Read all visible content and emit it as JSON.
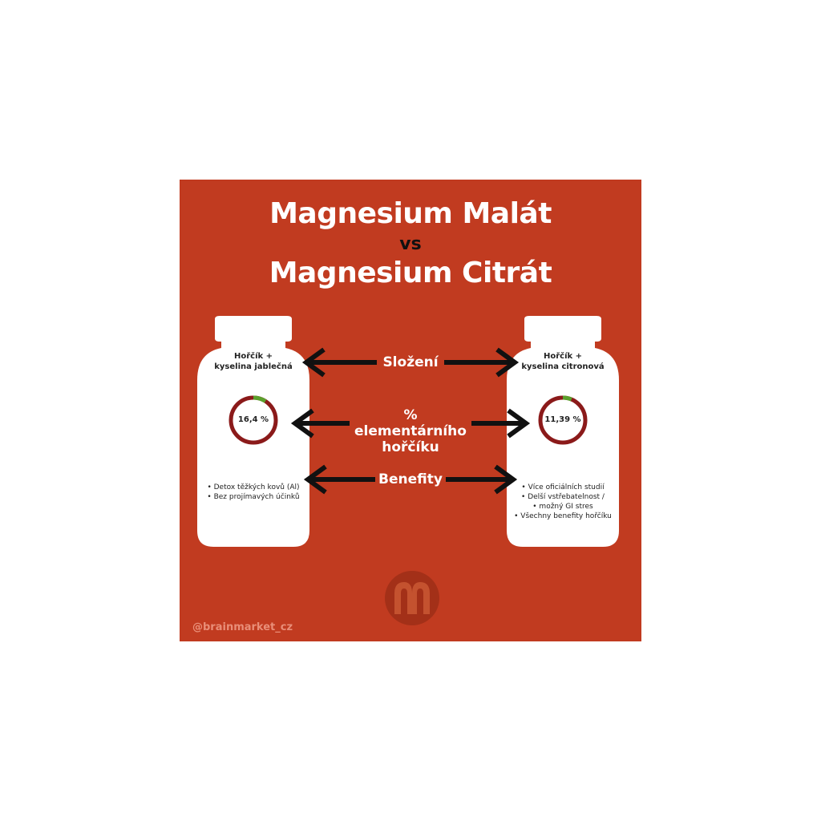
{
  "header": {
    "title_line1": "Magnesium Malát",
    "vs": "vs",
    "title_line2": "Magnesium Citrát"
  },
  "left_bottle": {
    "composition_line1": "Hořčík +",
    "composition_line2": "kyselina jablečná",
    "elemental_percent_label": "16,4 %",
    "elemental_fraction": 0.164,
    "benefits": [
      "Detox těžkých kovů (Al)",
      "Bez projímavých účinků"
    ]
  },
  "right_bottle": {
    "composition_line1": "Hořčík +",
    "composition_line2": "kyselina citronová",
    "elemental_percent_label": "11,39 %",
    "elemental_fraction": 0.1139,
    "benefits": [
      "Více oficiálních studií",
      "Delší vstřebatelnost /",
      "možný GI stres",
      "Všechny benefity hořčíku"
    ]
  },
  "rows": {
    "composition": "Složení",
    "elemental_line1": "% elementárního",
    "elemental_line2": "hořčíku",
    "benefits": "Benefity"
  },
  "footer": {
    "handle": "@brainmarket_cz"
  },
  "colors": {
    "background": "#c13b20",
    "ring_main": "#8b1a1a",
    "ring_highlight": "#5aa02c",
    "bottle": "#ffffff",
    "arrow": "#111111"
  },
  "icons": {
    "logo": "brainmarket-logo-icon",
    "arrow": "double-arrow-icon"
  }
}
